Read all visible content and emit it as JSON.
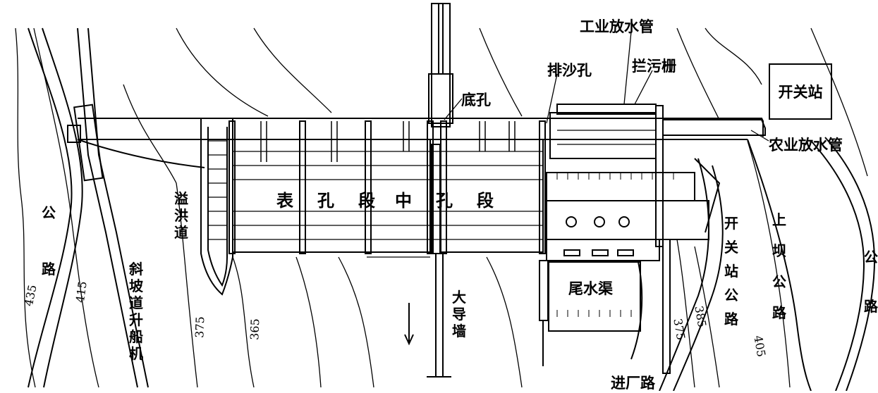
{
  "labels": {
    "industrial_pipe": "工业放水管",
    "trash_rack": "拦污栅",
    "sand_hole": "排沙孔",
    "bottom_hole": "底孔",
    "switch_station": "开关站",
    "agri_pipe": "农业放水管",
    "surface_section": "表孔段",
    "middle_section": "中孔段",
    "spillway": "溢洪道",
    "highway_left": "公路",
    "ship_lift": "斜坡道升船机",
    "guide_wall": "大导墙",
    "tailrace": "尾水渠",
    "station_road": "开关站公路",
    "upper_dam_road": "上坝公路",
    "highway_right": "公路",
    "factory_road": "进厂路"
  },
  "contours": {
    "c435": "435",
    "c415": "415",
    "c375_left": "375",
    "c365": "365",
    "c385": "385",
    "c375_right": "375",
    "c405": "405"
  }
}
